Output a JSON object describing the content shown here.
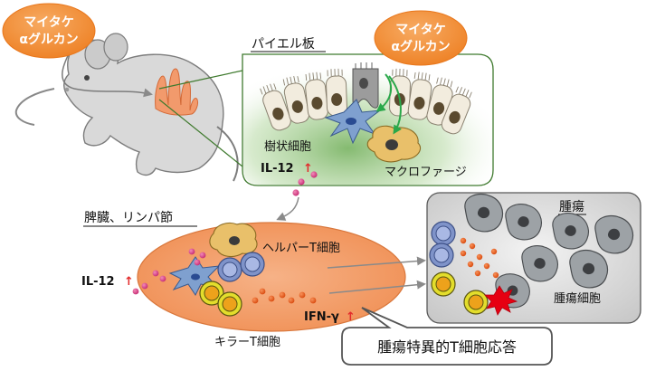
{
  "maitake_left": {
    "line1": "マイタケ",
    "line2": "αグルカン"
  },
  "maitake_right": {
    "line1": "マイタケ",
    "line2": "αグルカン"
  },
  "peyer": {
    "title": "パイエル板",
    "dendritic": "樹状細胞",
    "il12": "IL-12",
    "macrophage": "マクロファージ"
  },
  "spleen": {
    "title": "脾臓、リンパ節",
    "helper": "ヘルパーT細胞",
    "il12": "IL-12",
    "killer": "キラーT細胞",
    "ifn": "IFN-γ"
  },
  "tumor": {
    "title": "腫瘍",
    "cells": "腫瘍細胞"
  },
  "response": "腫瘍特異的T細胞応答",
  "up_arrow": "↑",
  "colors": {
    "orange": "#f28c33",
    "peyer_green": "#7fb86a",
    "spleen": "#f5a26b",
    "tumor_bg": "#d9d9d9",
    "cytokine_magenta": "#d4357f",
    "ifn_orange": "#e8601c",
    "arrow_red": "#e32b2b"
  }
}
